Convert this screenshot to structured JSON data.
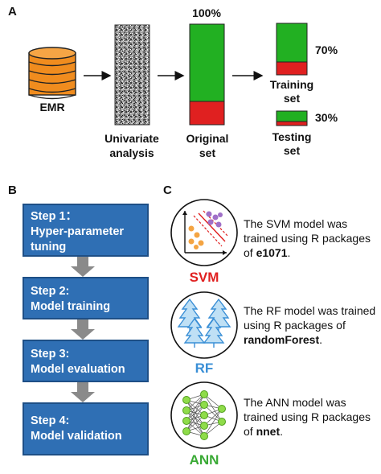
{
  "panels": {
    "a": "A",
    "b": "B",
    "c": "C"
  },
  "panel_a": {
    "emr_label": "EMR",
    "univariate_label_1": "Univariate",
    "univariate_label_2": "analysis",
    "original_label_1": "Original",
    "original_label_2": "set",
    "original_pct": "100%",
    "training_label_1": "Training",
    "training_label_2": "set",
    "training_pct": "70%",
    "testing_label_1": "Testing",
    "testing_label_2": "set",
    "testing_pct": "30%",
    "colors": {
      "green": "#22b022",
      "red": "#e02020",
      "db_orange": "#f08c1e"
    }
  },
  "panel_b": {
    "steps": [
      {
        "line1": "Step 1：",
        "line2": "Hyper-parameter",
        "line3": "tuning"
      },
      {
        "line1": "Step 2:",
        "line2": "Model training"
      },
      {
        "line1": "Step 3:",
        "line2": "Model evaluation"
      },
      {
        "line1": "Step 4:",
        "line2": "Model validation"
      }
    ],
    "colors": {
      "step_fill": "#2f6fb4",
      "arrow": "#8a8a8a"
    }
  },
  "panel_c": {
    "models": [
      {
        "name": "SVM",
        "color": "#e02020",
        "icon": "svm-scatter-icon",
        "desc_pre": "The SVM model was trained using R packages of ",
        "pkg": "e1071",
        "desc_post": "."
      },
      {
        "name": "RF",
        "color": "#3a8fd6",
        "icon": "tree-forest-icon",
        "desc_pre": "The RF model was trained using R packages of ",
        "pkg": "randomForest",
        "desc_post": "."
      },
      {
        "name": "ANN",
        "color": "#3aaa35",
        "icon": "neural-network-icon",
        "desc_pre": "The ANN model was trained using R packages of ",
        "pkg": "nnet",
        "desc_post": "."
      }
    ]
  }
}
